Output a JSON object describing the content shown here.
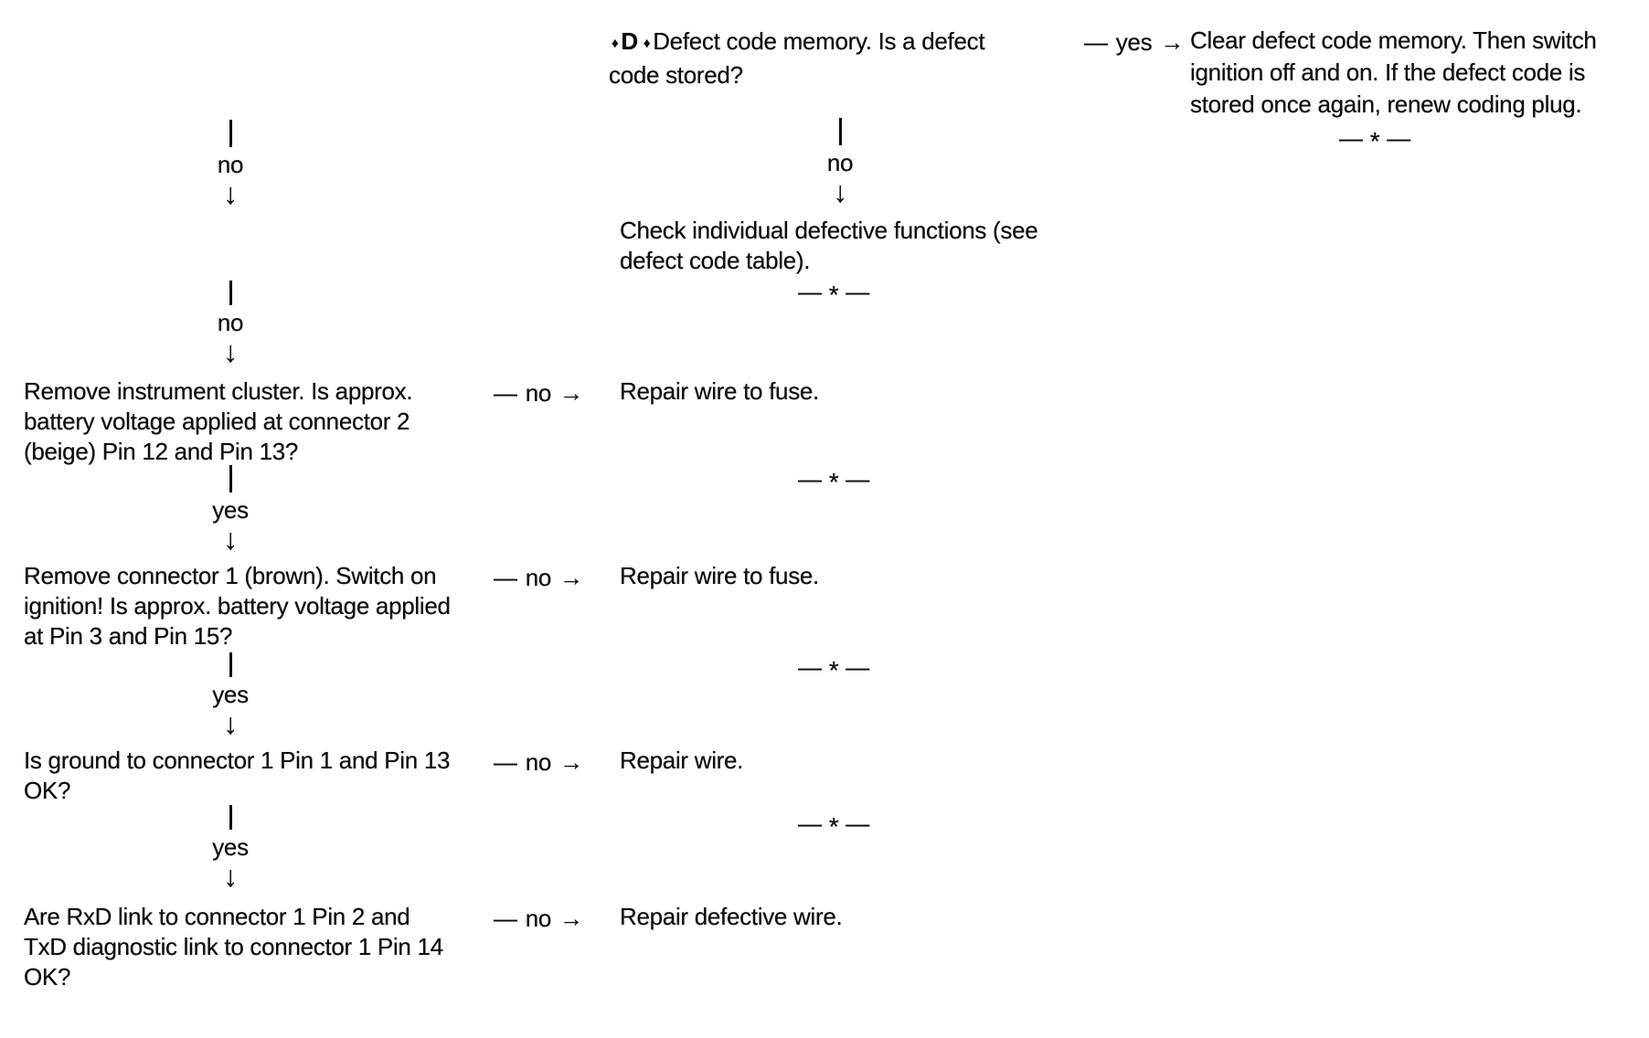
{
  "document": {
    "type": "diagnostic-flowchart",
    "ink_color": "#0d0d0d",
    "paper_color": "#ffffff"
  },
  "glyphs": {
    "diamond": "♦",
    "vertical_bar": "|",
    "down_arrow": "↓",
    "right_arrow": "→",
    "em_dash": "—",
    "asterisk": "*"
  },
  "top_branch": {
    "marker_letter": "D",
    "question_line1": "Defect code memory. Is a defect",
    "question_line2": "code stored?",
    "yes_label": "yes",
    "yes_action_line1": "Clear defect code memory. Then switch",
    "yes_action_line2": "ignition off and on. If the defect code is",
    "yes_action_line3": "stored once again, renew coding plug.",
    "no_label": "no",
    "no_action_line1": "Check individual defective functions (see",
    "no_action_line2": "defect code table)."
  },
  "left_chain": {
    "entry_connectors": [
      {
        "label": "no"
      },
      {
        "label": "no"
      }
    ],
    "steps": [
      {
        "question_line1": "Remove instrument cluster. Is approx.",
        "question_line2": "battery voltage applied at connector 2",
        "question_line3": "(beige) Pin 12 and Pin 13?",
        "no_label": "no",
        "no_action": "Repair wire to fuse.",
        "yes_label": "yes"
      },
      {
        "question_line1": "Remove connector 1 (brown). Switch on",
        "question_line2": "ignition! Is approx. battery voltage applied",
        "question_line3": "at Pin 3 and Pin 15?",
        "no_label": "no",
        "no_action": "Repair wire to fuse.",
        "yes_label": "yes"
      },
      {
        "question_line1": "Is ground to connector 1 Pin 1 and Pin 13",
        "question_line2": "OK?",
        "no_label": "no",
        "no_action": "Repair wire.",
        "yes_label": "yes"
      },
      {
        "question_line1": "Are RxD link to connector 1 Pin 2 and",
        "question_line2": "TxD diagnostic link to connector 1 Pin 14",
        "question_line3": "OK?",
        "no_label": "no",
        "no_action": "Repair defective wire."
      }
    ]
  }
}
